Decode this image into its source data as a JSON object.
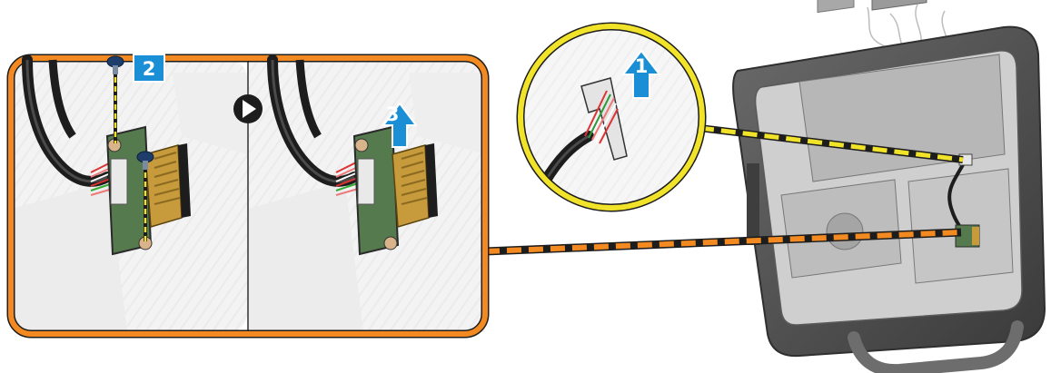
{
  "steps": [
    {
      "label": "1",
      "action": "disconnect-cable"
    },
    {
      "label": "2",
      "action": "remove-screw"
    },
    {
      "label": "3",
      "action": "lift-board"
    }
  ],
  "colors": {
    "callout_orange": "#f28a21",
    "callout_yellow": "#f1e32a",
    "step_blue": "#1a8fd6",
    "laptop_chassis": "#4b4b4b",
    "board_green": "#547a4e",
    "connector_gold": "#c79a3c",
    "cable_black": "#1d1d1d"
  },
  "icons": {
    "next_arrow": "play-circle-icon",
    "lift_arrow": "up-arrow-icon",
    "screw": "screw-icon"
  }
}
